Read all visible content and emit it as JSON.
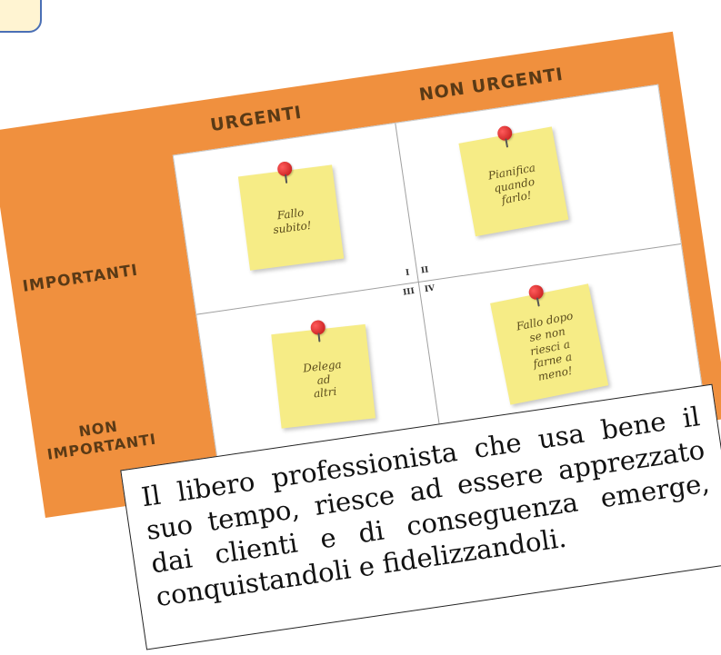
{
  "matrix": {
    "column_headers": {
      "urgent": "URGENTI",
      "non_urgent": "NON URGENTI"
    },
    "row_headers": {
      "important": "IMPORTANTI",
      "non_important_line1": "NON",
      "non_important_line2": "IMPORTANTI"
    },
    "quadrant_numerals": {
      "i": "I",
      "ii": "II",
      "iii": "III",
      "iv": "IV"
    },
    "notes": {
      "do_now": "Fallo\nsubito!",
      "plan": "Pianifica\nquando\nfarlo!",
      "delegate": "Delega\nad\naltri",
      "later": "Fallo dopo\nse non\nriesci a\nfarne a\nmeno!"
    },
    "colors": {
      "panel": "#f0903e",
      "note": "#f6ec86",
      "pin": "#d41f1f"
    }
  },
  "caption": {
    "text": "Il libero professionista che usa bene il suo tempo, riesce ad essere apprezzato dai clienti e di conseguenza emerge, conquistandoli e fidelizzandoli."
  },
  "icons": {
    "pins": [
      "pin-icon",
      "pin-icon",
      "pin-icon",
      "pin-icon"
    ],
    "corner": "rounded-callout-shape"
  }
}
